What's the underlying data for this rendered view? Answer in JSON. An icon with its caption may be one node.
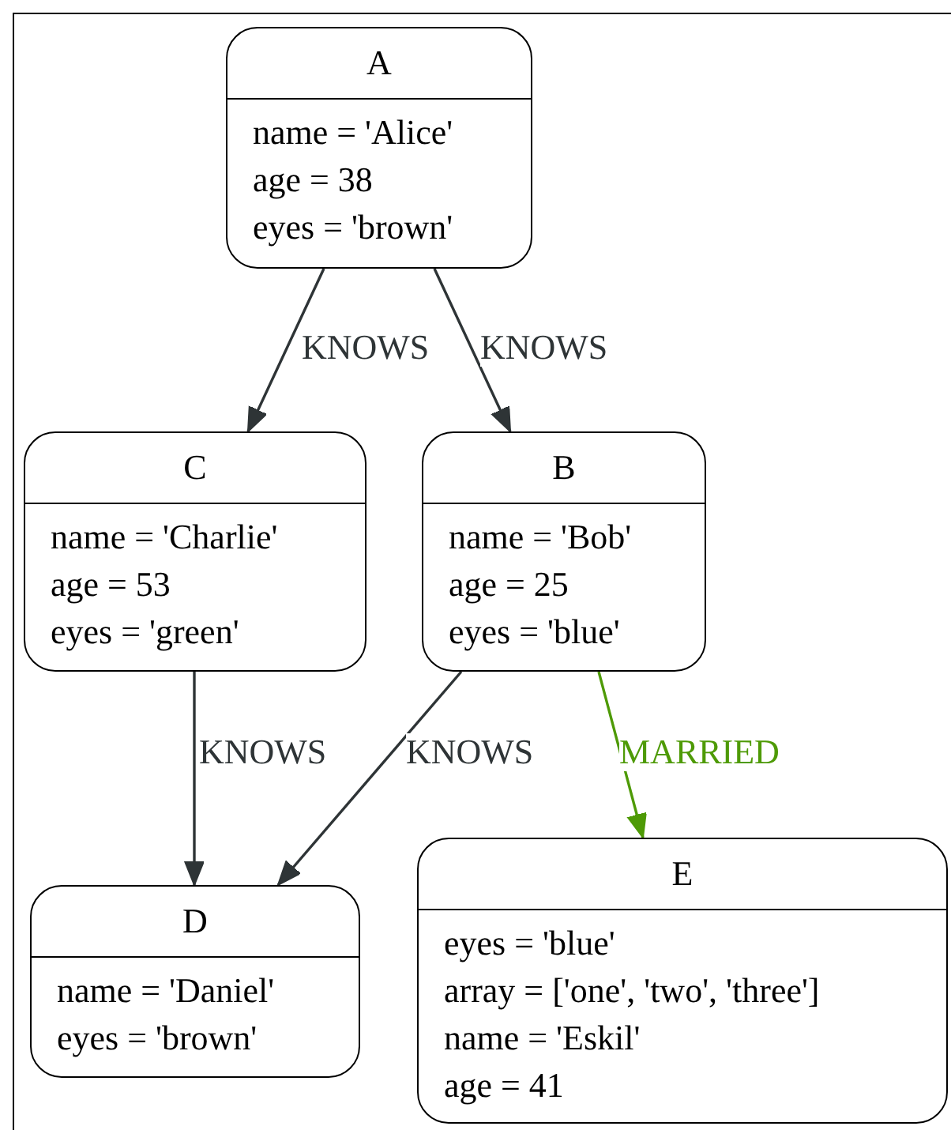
{
  "diagram": {
    "nodes": [
      {
        "text": [
          "A",
          "name = 'Alice'",
          "age = 38",
          "eyes = 'brown'"
        ]
      },
      {
        "text": [
          "C",
          "name = 'Charlie'",
          "age = 53",
          "eyes = 'green'"
        ]
      },
      {
        "text": [
          "B",
          "name = 'Bob'",
          "age = 25",
          "eyes = 'blue'"
        ]
      },
      {
        "text": [
          "D",
          "name = 'Daniel'",
          "eyes = 'brown'"
        ]
      },
      {
        "text": [
          "E",
          "eyes = 'blue'",
          "array = ['one', 'two', 'three']",
          "name = 'Eskil'",
          "age = 41"
        ]
      }
    ],
    "edges": [
      {
        "from": 0,
        "to": 1,
        "arrow": "to",
        "label": "KNOWS"
      },
      {
        "from": 0,
        "to": 2,
        "arrow": "to",
        "label": "KNOWS"
      },
      {
        "from": 1,
        "to": 3,
        "arrow": "to",
        "label": "KNOWS"
      },
      {
        "from": 2,
        "to": 3,
        "arrow": "to",
        "label": "KNOWS"
      },
      {
        "from": 2,
        "to": 4,
        "arrow": "to",
        "label": "MARRIED",
        "color": "#4e9a06"
      }
    ]
  }
}
